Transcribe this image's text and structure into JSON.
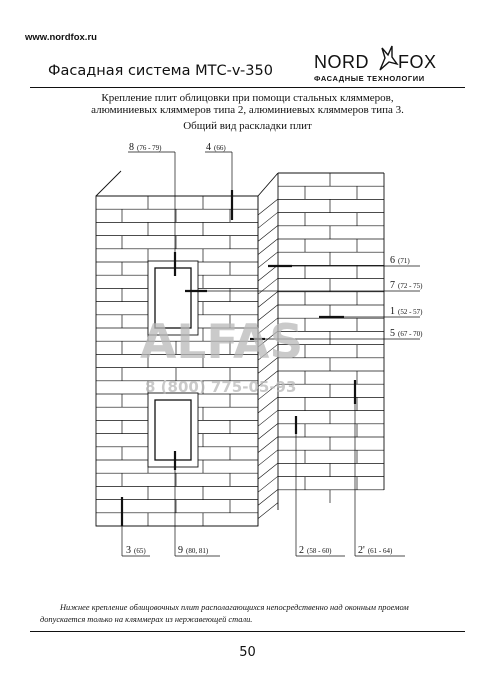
{
  "header": {
    "url": "www.nordfox.ru",
    "title": "Фасадная система МТС-v-350",
    "logo": {
      "nord": "NORD",
      "fox": "FOX",
      "subtitle": "ФАСАДНЫЕ ТЕХНОЛОГИИ"
    }
  },
  "description": {
    "line1": "Крепление плит облицовки при помощи стальных кляммеров,",
    "line2": "алюминиевых кляммеров типа 2, алюминиевых кляммеров типа 3.",
    "line3": "Общий вид раскладки плит"
  },
  "callouts": [
    {
      "num": "8",
      "sub": "(76 - 79)"
    },
    {
      "num": "4",
      "sub": "(66)"
    },
    {
      "num": "6",
      "sub": "(71)"
    },
    {
      "num": "7",
      "sub": "(72 - 75)"
    },
    {
      "num": "1",
      "sub": "(52 - 57)"
    },
    {
      "num": "5",
      "sub": "(67 - 70)"
    },
    {
      "num": "3",
      "sub": "(65)"
    },
    {
      "num": "9",
      "sub": "(80, 81)"
    },
    {
      "num": "2",
      "sub": "(58 - 60)"
    },
    {
      "num": "2'",
      "sub": "(61 - 64)"
    }
  ],
  "watermark": {
    "brand": "ALFAS",
    "phone": "8 (800) 775-05-93"
  },
  "note": {
    "line1": "Нижнее крепление облицовочных плит располагающихся непосредственно над оконным проемом",
    "line2": "допускается только на кляммерах из нержавеющей стали."
  },
  "page_number": "50"
}
